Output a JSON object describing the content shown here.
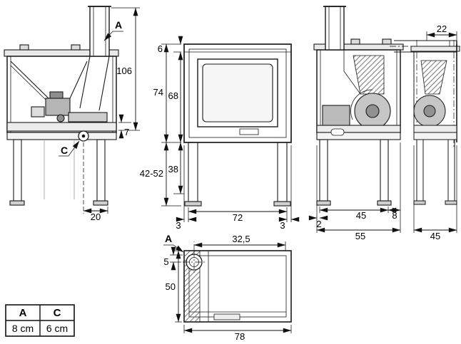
{
  "views": {
    "side_left": {
      "label_a": "A",
      "label_c": "C",
      "dim_total_height": "106",
      "dim_base": "7",
      "dim_foot": "20"
    },
    "front": {
      "dim_top": "6",
      "dim_height": "74",
      "dim_glass": "68",
      "dim_under": "38",
      "dim_leg_range": "42-52",
      "dim_width": "72",
      "dim_off_left": "3",
      "dim_off_right": "3"
    },
    "side_right": {
      "dim_duct": "22",
      "dim_legs_span": "45",
      "dim_back": "8",
      "dim_front": "2",
      "dim_depth": "55",
      "dim_partial_depth": "45"
    },
    "top": {
      "label_a": "A",
      "dim_flue": "32,5",
      "dim_gap": "5",
      "dim_depth": "50",
      "dim_width": "78"
    }
  },
  "legend_table": {
    "headers": [
      "A",
      "C"
    ],
    "rows": [
      [
        "8 cm",
        "6 cm"
      ]
    ]
  }
}
